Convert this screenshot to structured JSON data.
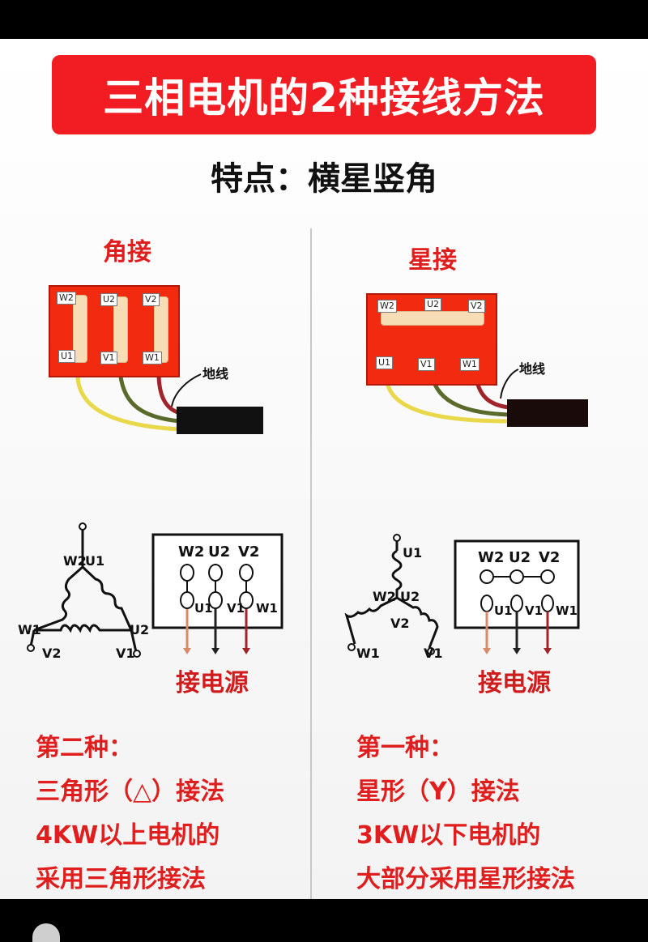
{
  "title": "三相电机的2种接线方法",
  "subtitle": "特点：横星竖角",
  "left": {
    "label": "角接",
    "ground_label": "地线",
    "terminals_top": [
      "W2",
      "U2",
      "V2"
    ],
    "terminals_bottom": [
      "U1",
      "V1",
      "W1"
    ],
    "power_label": "接电源",
    "desc": [
      "第二种：",
      "三角形（△）接法",
      "4KW以上电机的",
      "采用三角形接法"
    ]
  },
  "right": {
    "label": "星接",
    "ground_label": "地线",
    "terminals_top": [
      "W2",
      "U2",
      "V2"
    ],
    "terminals_bottom": [
      "U1",
      "V1",
      "W1"
    ],
    "power_label": "接电源",
    "desc": [
      "第一种：",
      "星形（Y）接法",
      "3KW以下电机的",
      "大部分采用星形接法"
    ]
  },
  "colors": {
    "banner": "#f11d22",
    "accent_red": "#e01e1e",
    "wire_yellow": "#e8d84a",
    "wire_green": "#5a6a2a",
    "wire_red": "#a0242a"
  }
}
